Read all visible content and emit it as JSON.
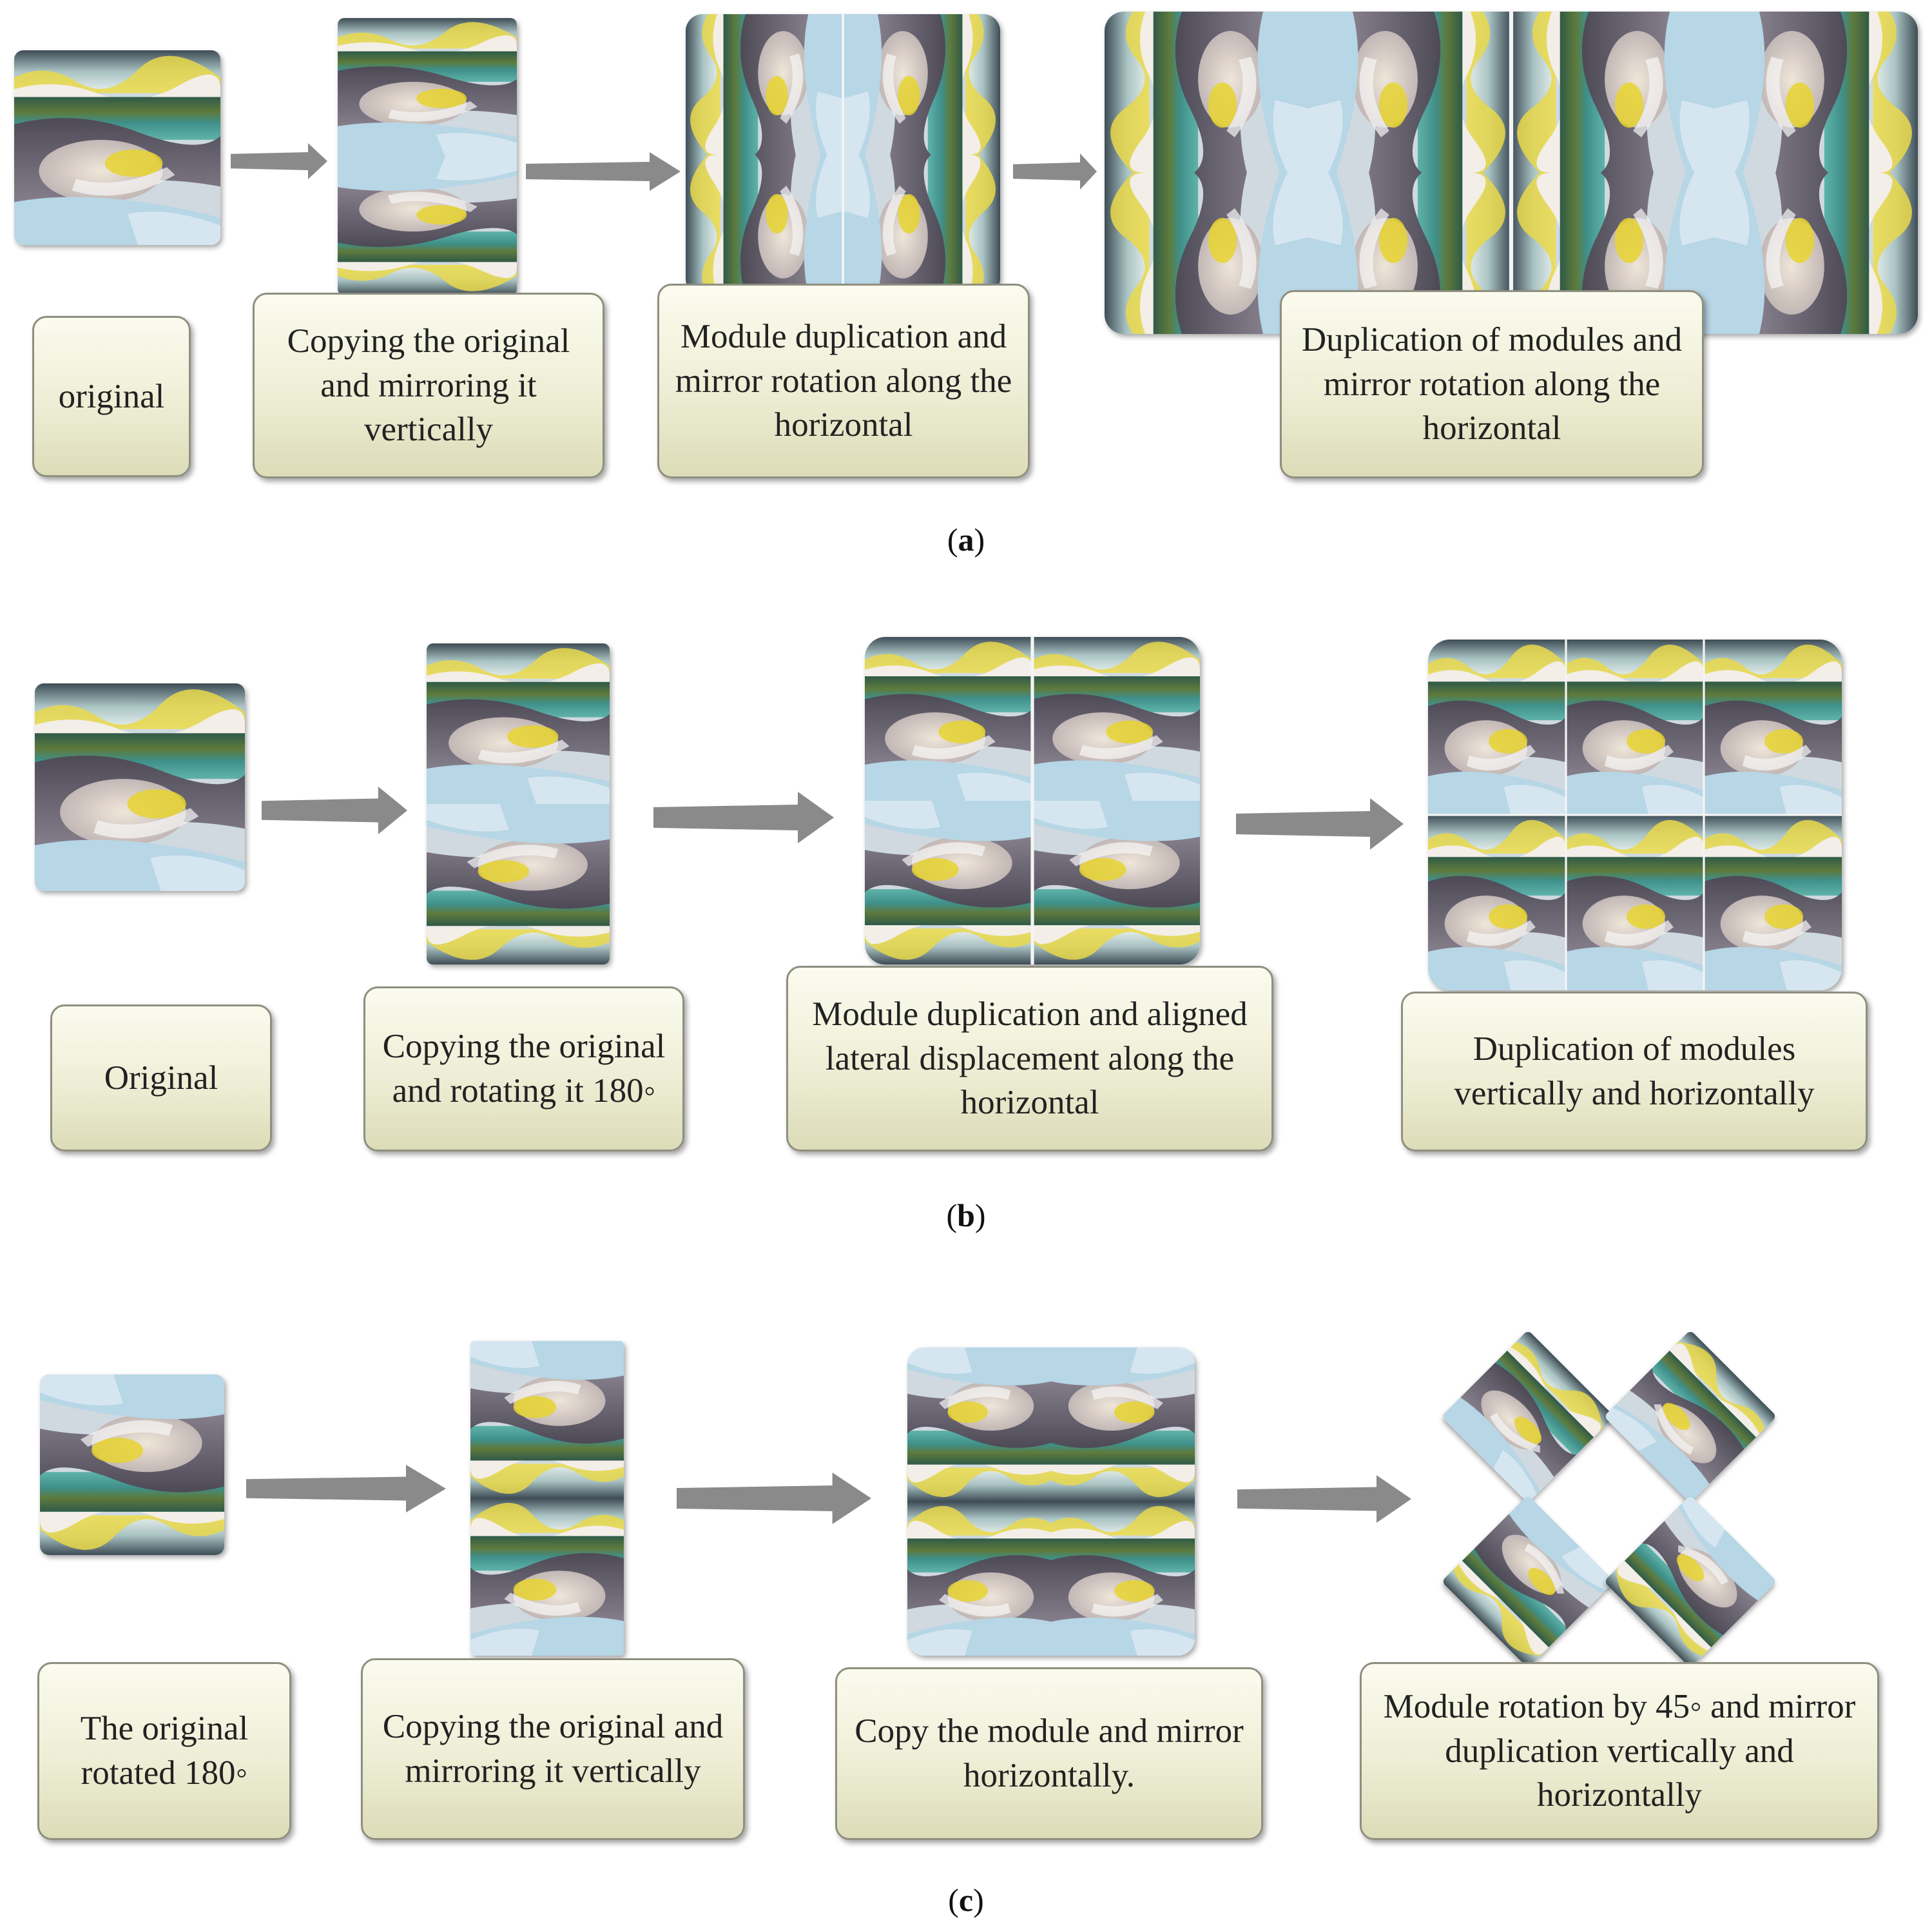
{
  "panel_a": {
    "labels": [
      "original",
      "Copying the original and mirroring it vertically",
      "Module duplication and mirror rotation along the horizontal",
      "Duplication of modules and mirror rotation along the horizontal"
    ],
    "caption_letter": "a"
  },
  "panel_b": {
    "labels": [
      "Original",
      "Copying the original and rotating it 180◦",
      "Module duplication and aligned lateral displacement along the horizontal",
      "Duplication of modules vertically and horizontally"
    ],
    "caption_letter": "b"
  },
  "panel_c": {
    "labels": [
      "The original rotated 180◦",
      "Copying the original and mirroring it vertically",
      "Copy the module and mirror horizontally.",
      "Module rotation by 45◦ and mirror duplication vertically and horizontally"
    ],
    "caption_letter": "c"
  },
  "colors": {
    "arrow": "#8a8a8a",
    "box_fill": "#eeeed6",
    "box_border": "#8f8f80",
    "watercolor_teal": "#4f9e98",
    "watercolor_grey": "#6b6571",
    "watercolor_yellow": "#e7d430",
    "watercolor_cream": "#e6ddd2",
    "watercolor_sky": "#b7d6e6"
  }
}
